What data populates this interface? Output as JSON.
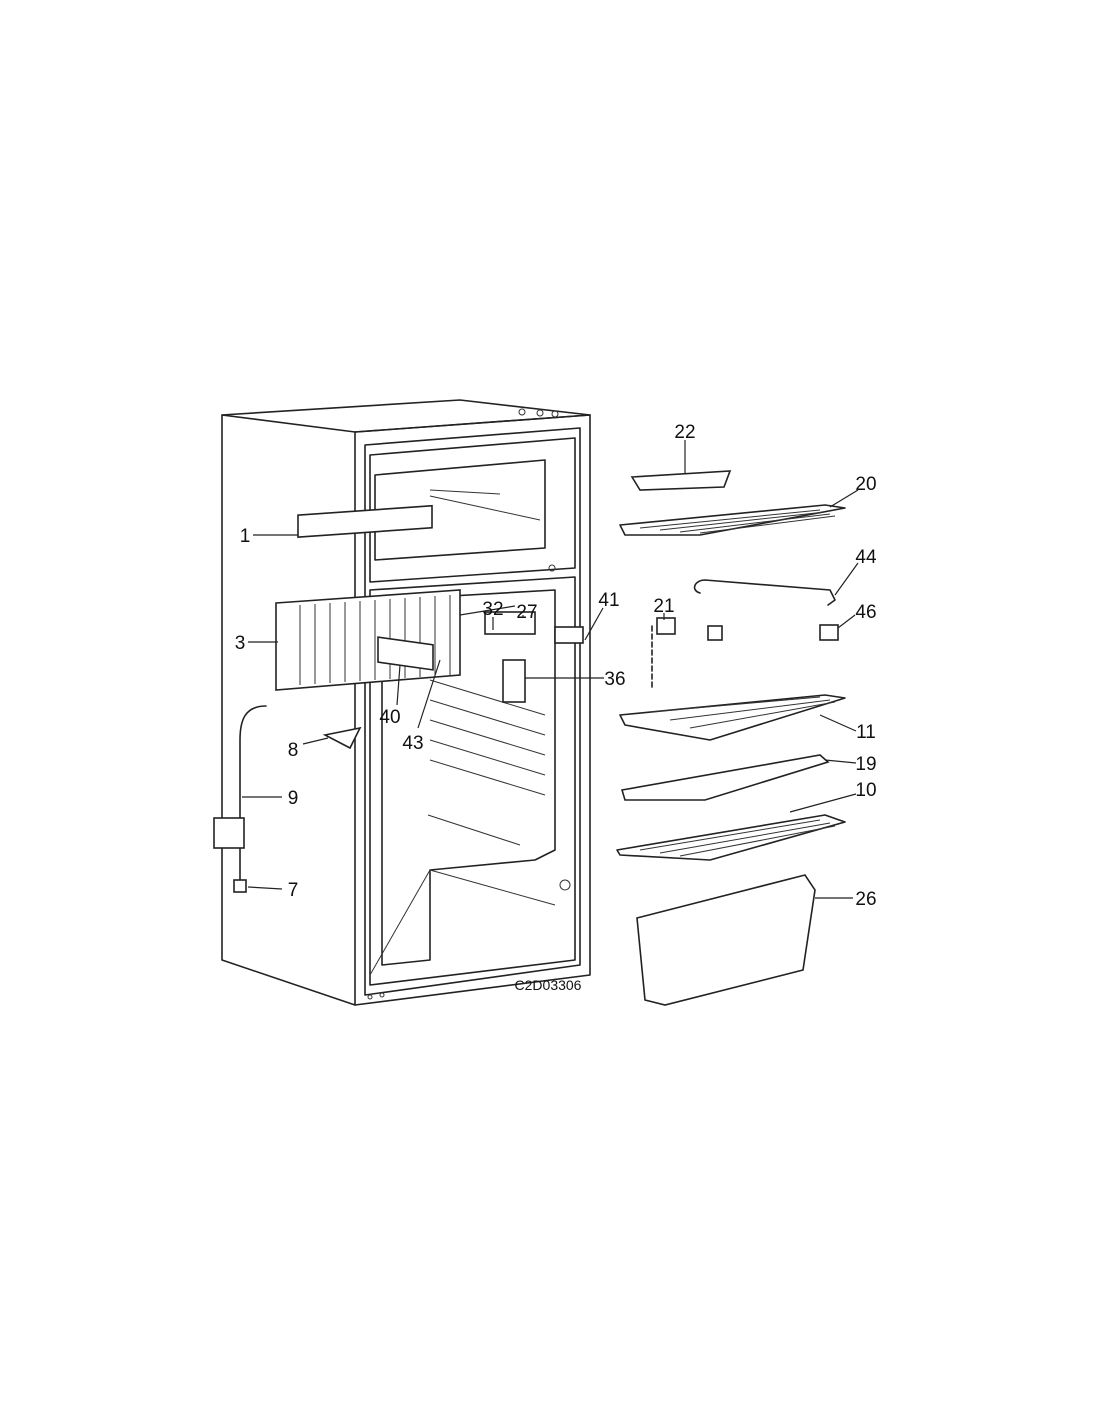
{
  "diagram": {
    "drawing_code": "C2D03306",
    "callouts": {
      "p1": "1",
      "p3": "3",
      "p7": "7",
      "p8": "8",
      "p9": "9",
      "p10": "10",
      "p11": "11",
      "p19": "19",
      "p20": "20",
      "p21": "21",
      "p22": "22",
      "p26": "26",
      "p27": "27",
      "p32": "32",
      "p36": "36",
      "p40": "40",
      "p41": "41",
      "p43": "43",
      "p44": "44",
      "p46": "46"
    }
  }
}
